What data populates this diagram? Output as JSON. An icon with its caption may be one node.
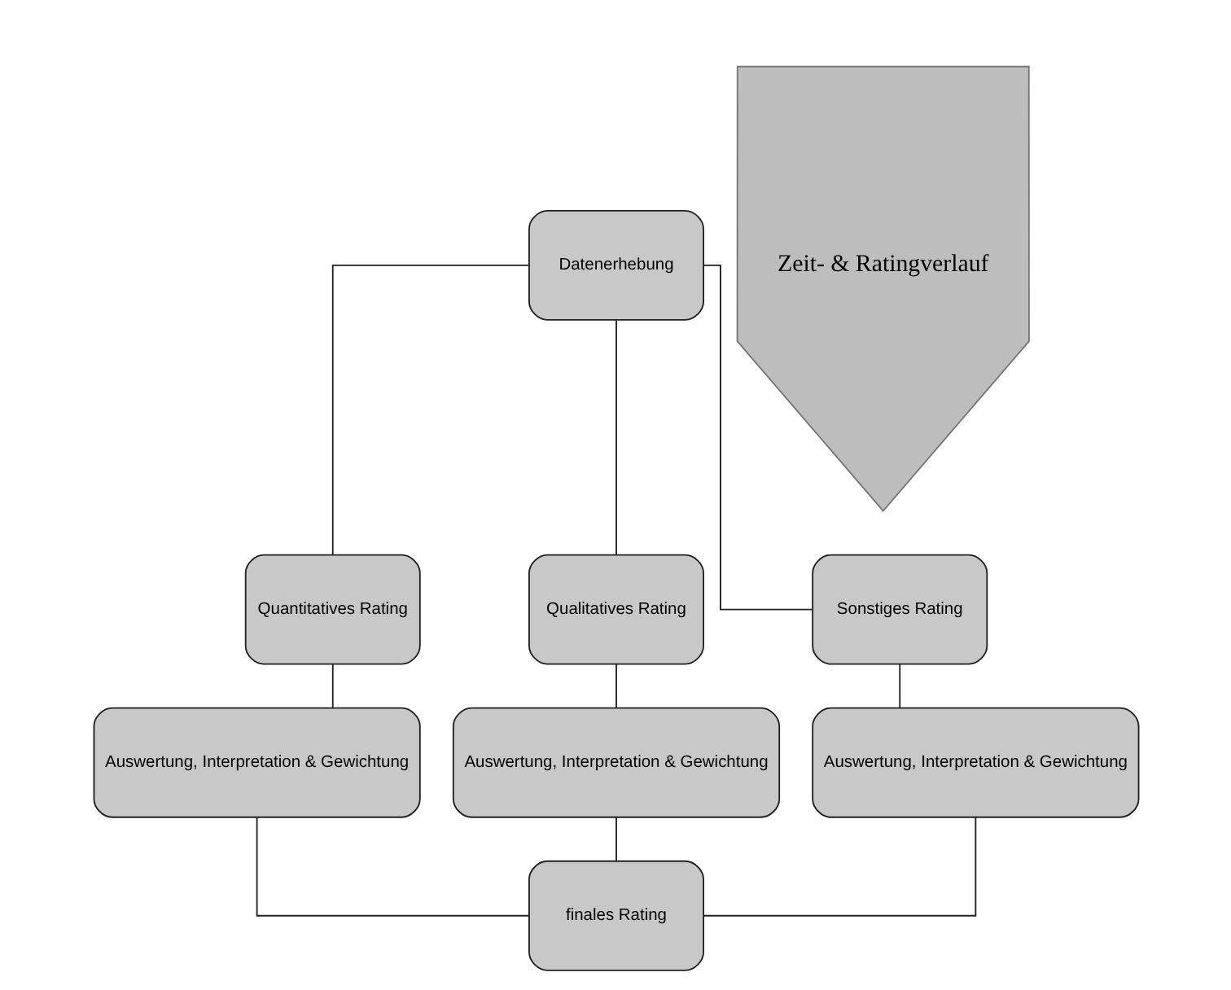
{
  "diagram": {
    "nodes": [
      {
        "text": [
          "Datenerhebung"
        ]
      },
      {
        "text": [
          "Quantitatives Rating"
        ]
      },
      {
        "text": [
          "Qualitatives Rating"
        ]
      },
      {
        "text": [
          "Sonstiges Rating"
        ]
      },
      {
        "text": [
          "Auswertung, Interpretation & Gewichtung"
        ]
      },
      {
        "text": [
          "Auswertung, Interpretation & Gewichtung"
        ]
      },
      {
        "text": [
          "Auswertung, Interpretation & Gewichtung"
        ]
      },
      {
        "text": [
          "finales Rating"
        ]
      },
      {
        "text": [
          "Zeit- & Ratingverlauf"
        ]
      }
    ],
    "edges": [
      {
        "from": 0,
        "to": 1,
        "arrow": "none"
      },
      {
        "from": 0,
        "to": 2,
        "arrow": "none"
      },
      {
        "from": 0,
        "to": 3,
        "arrow": "none"
      },
      {
        "from": 1,
        "to": 4,
        "arrow": "none"
      },
      {
        "from": 2,
        "to": 5,
        "arrow": "none"
      },
      {
        "from": 3,
        "to": 6,
        "arrow": "none"
      },
      {
        "from": 4,
        "to": 7,
        "arrow": "none"
      },
      {
        "from": 5,
        "to": 7,
        "arrow": "none"
      },
      {
        "from": 6,
        "to": 7,
        "arrow": "none"
      }
    ]
  }
}
